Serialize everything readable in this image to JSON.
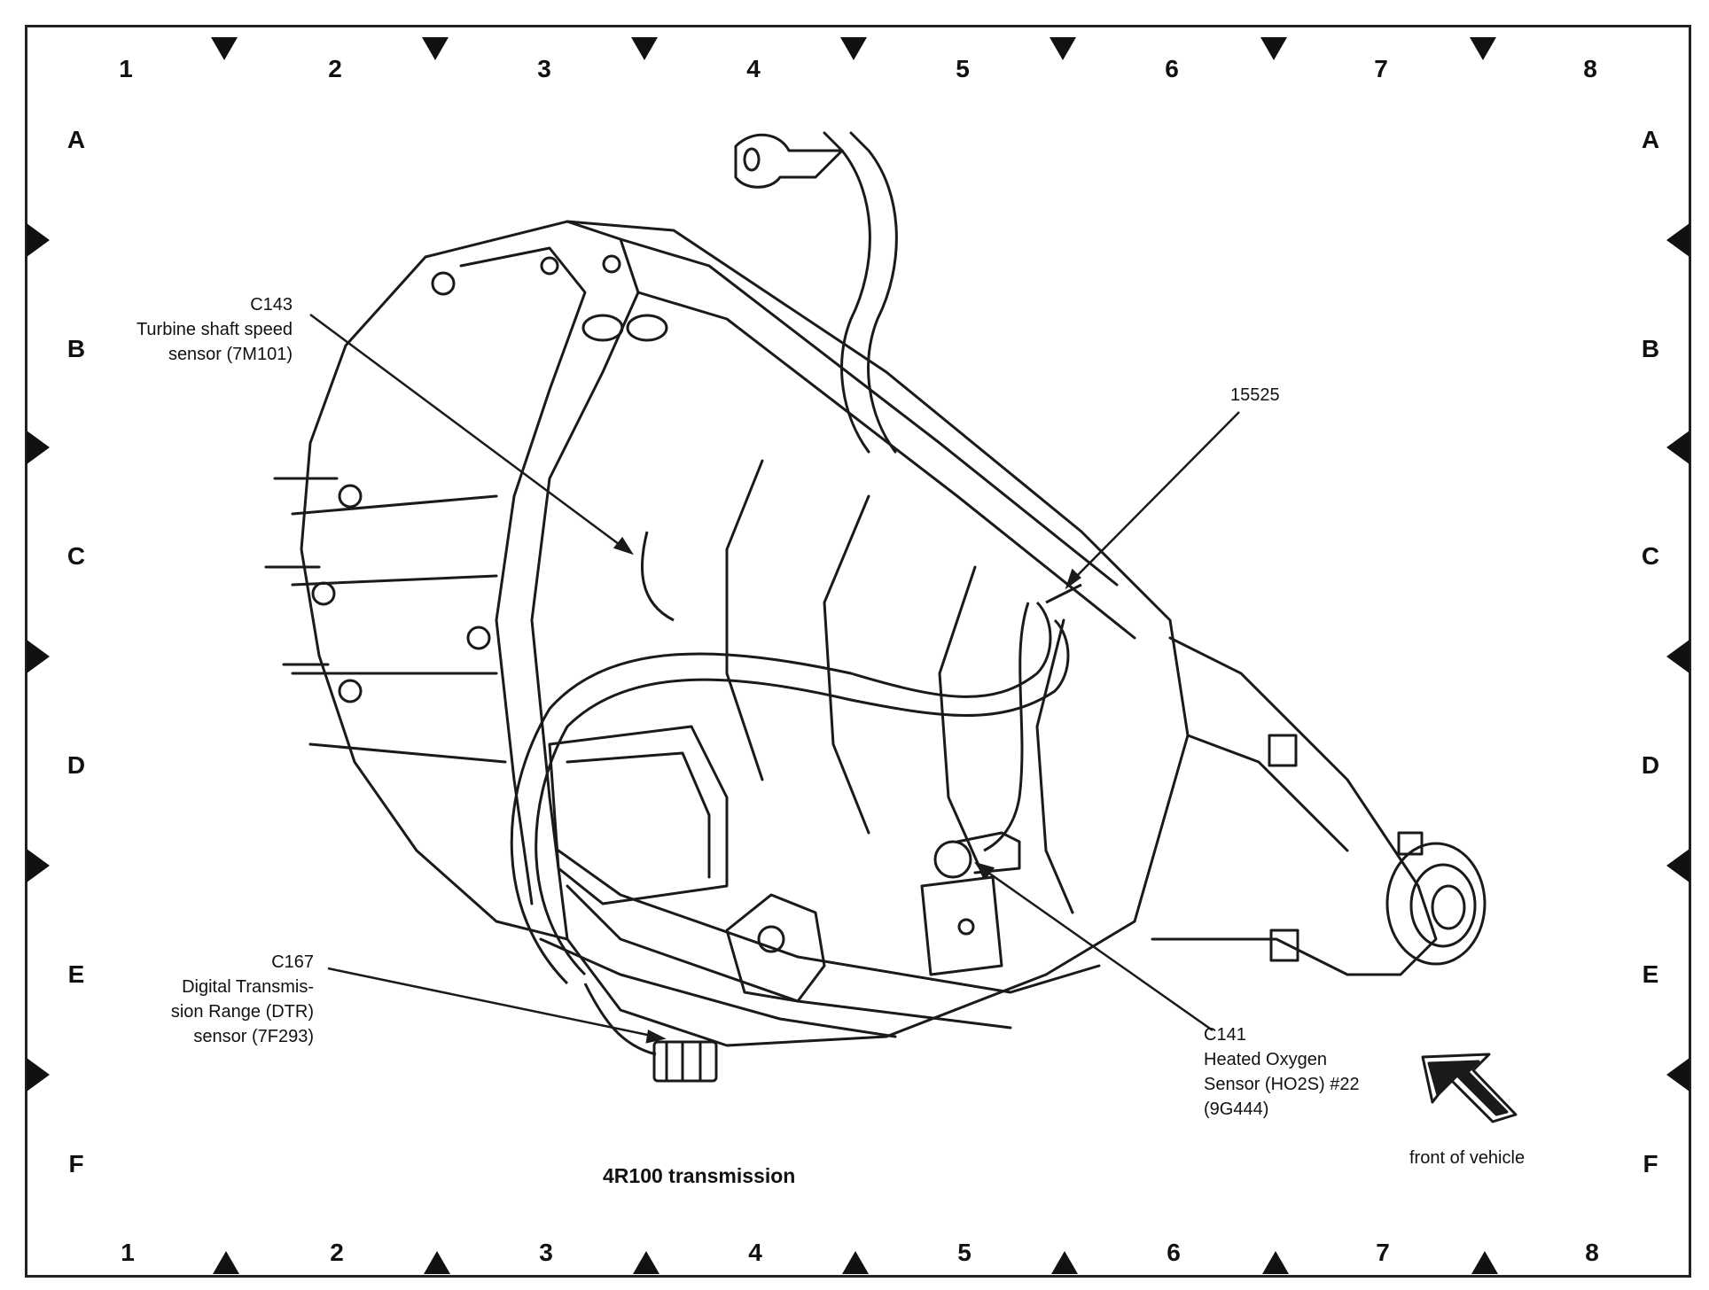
{
  "grid": {
    "columns": [
      "1",
      "2",
      "3",
      "4",
      "5",
      "6",
      "7",
      "8"
    ],
    "rows": [
      "A",
      "B",
      "C",
      "D",
      "E",
      "F"
    ]
  },
  "callouts": {
    "c143": "C143\nTurbine shaft speed\nsensor (7M101)",
    "harness": "15525",
    "c167": "C167\nDigital Transmis-\nsion Range (DTR)\nsensor (7F293)",
    "c141": "C141\nHeated Oxygen\nSensor (HO2S) #22\n(9G444)"
  },
  "title": "4R100 transmission",
  "front_of_vehicle": "front of vehicle",
  "colors": {
    "line": "#1a1a1a",
    "background": "#ffffff"
  }
}
